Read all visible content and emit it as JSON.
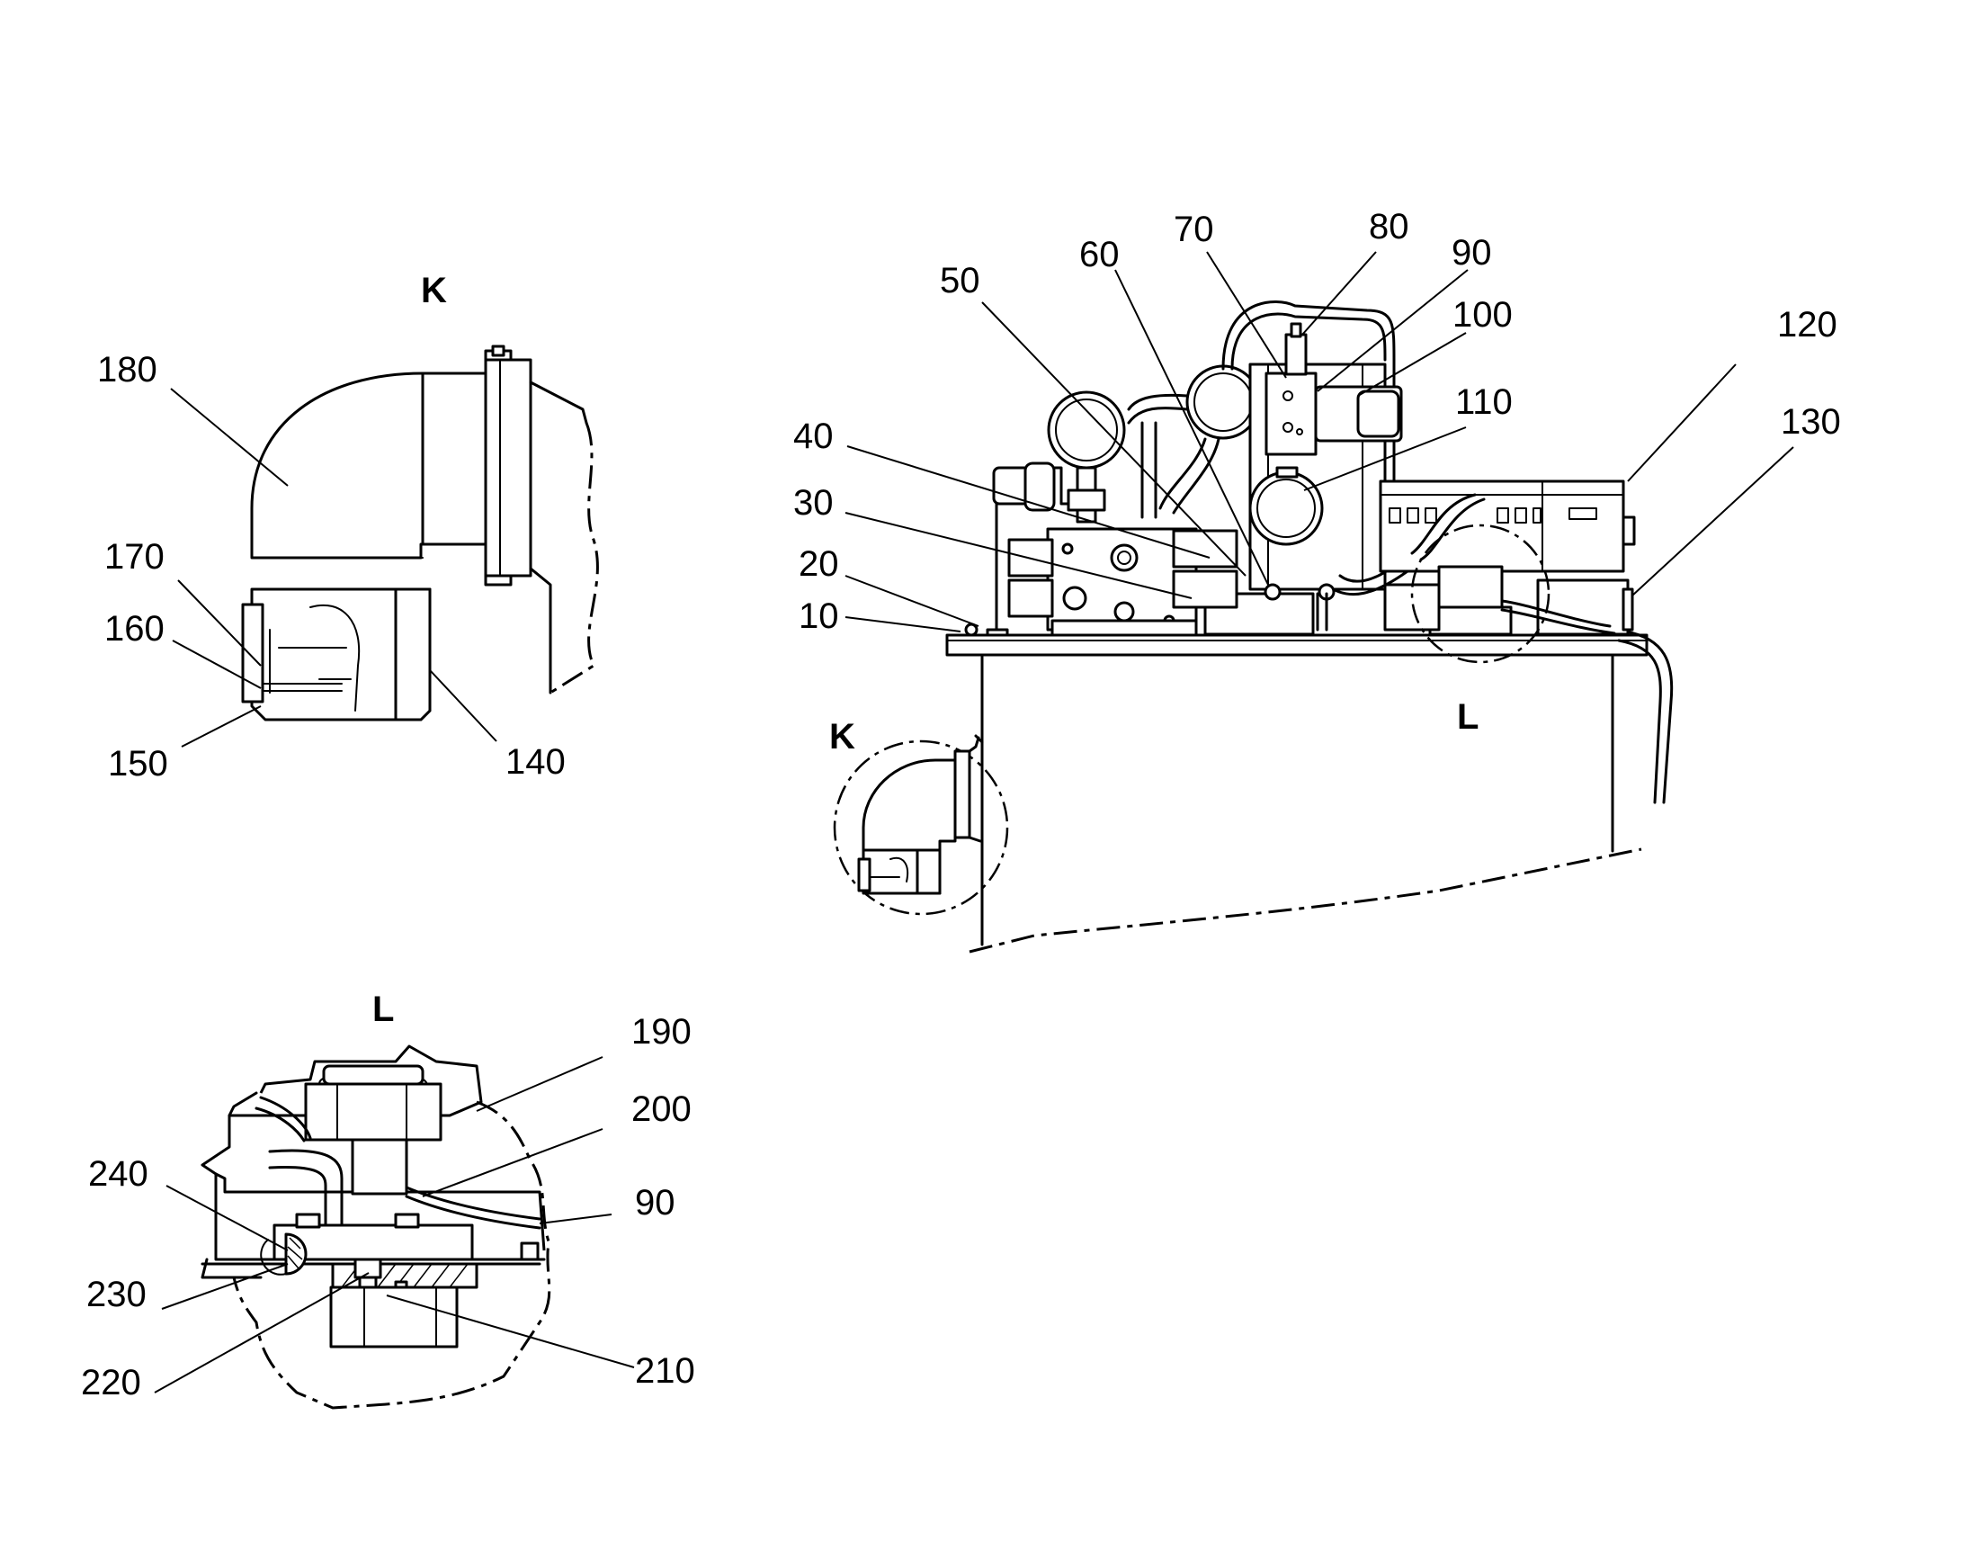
{
  "views": {
    "detail_k_title": "K",
    "detail_l_title": "L",
    "main_mark_k": "K",
    "main_mark_l": "L"
  },
  "callouts": {
    "c10": "10",
    "c20": "20",
    "c30": "30",
    "c40": "40",
    "c50": "50",
    "c60": "60",
    "c70": "70",
    "c80": "80",
    "c90_main": "90",
    "c100": "100",
    "c110": "110",
    "c120": "120",
    "c130": "130",
    "c140": "140",
    "c150": "150",
    "c160": "160",
    "c170": "170",
    "c180": "180",
    "c190": "190",
    "c200": "200",
    "c90_detail": "90",
    "c210": "210",
    "c220": "220",
    "c230": "230",
    "c240": "240"
  }
}
